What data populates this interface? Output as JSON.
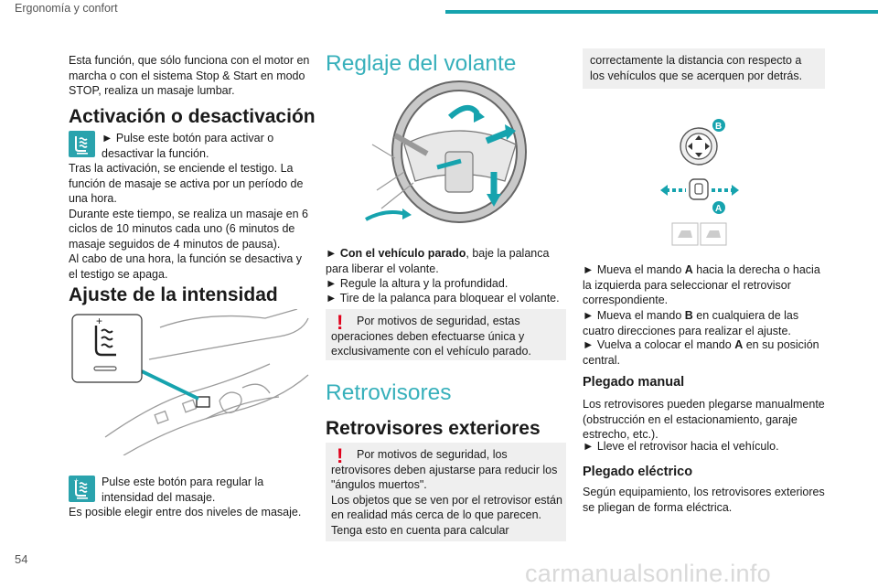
{
  "header": {
    "section": "Ergonomía y confort"
  },
  "footer": {
    "page": "54",
    "watermark": "carmanualsonline.info"
  },
  "col1": {
    "intro": "Esta función, que sólo funciona con el motor en marcha o con el sistema Stop & Start en modo STOP, realiza un masaje lumbar.",
    "h_activation": "Activación o desactivación",
    "activation_bullet": "Pulse este botón para activar o desactivar la función.",
    "activation_text": "Tras la activación, se enciende el testigo. La función de masaje se activa por un período de una hora.\nDurante este tiempo, se realiza un masaje en 6 ciclos de 10 minutos cada uno (6 minutos de masaje seguidos de 4 minutos de pausa).\nAl cabo de una hora, la función se desactiva y el testigo se apaga.",
    "h_intensity": "Ajuste de la intensidad",
    "intensity_text1": "Pulse este botón para regular la intensidad del masaje.",
    "intensity_text2": "Es posible elegir entre dos niveles de masaje."
  },
  "col2": {
    "h_wheel": "Reglaje del volante",
    "wheel_b1_bold": "Con el vehículo parado",
    "wheel_b1_rest": ", baje la palanca para liberar el volante.",
    "wheel_b2": "Regule la altura y la profundidad.",
    "wheel_b3": "Tire de la palanca para bloquear el volante.",
    "warn1": "Por motivos de seguridad, estas operaciones deben efectuarse única y exclusivamente con el vehículo parado.",
    "h_mirrors": "Retrovisores",
    "h_ext_mirrors": "Retrovisores exteriores",
    "warn2": "Por motivos de seguridad, los retrovisores deben ajustarse para reducir los \"ángulos muertos\".\nLos objetos que se ven por el retrovisor están en realidad más cerca de lo que parecen. Tenga esto en cuenta para calcular"
  },
  "col3": {
    "note_cont": "correctamente la distancia con respecto a los vehículos que se acerquen por detrás.",
    "label_b": "B",
    "label_a": "A",
    "b1_pre": "Mueva el mando ",
    "b1_key": "A",
    "b1_post": " hacia la derecha o hacia la izquierda para seleccionar el retrovisor correspondiente.",
    "b2_pre": "Mueva el mando ",
    "b2_key": "B",
    "b2_post": " en cualquiera de las cuatro direcciones para realizar el ajuste.",
    "b3_pre": "Vuelva a colocar el mando ",
    "b3_key": "A",
    "b3_post": " en su posición central.",
    "h_manual": "Plegado manual",
    "manual_text": "Los retrovisores pueden plegarse manualmente (obstrucción en el estacionamiento, garaje estrecho, etc.).",
    "manual_bullet": "Lleve el retrovisor hacia el vehículo.",
    "h_electric": "Plegado eléctrico",
    "electric_text": "Según equipamiento, los retrovisores exteriores se pliegan de forma eléctrica."
  },
  "colors": {
    "accent": "#16a3ae",
    "heading_light": "#37b0bb",
    "warning": "#e0001b",
    "note_bg": "#efefef"
  },
  "icons": [
    "massage-seat-icon",
    "warning-icon",
    "steering-wheel-illustration",
    "seat-control-illustration",
    "mirror-control-illustration"
  ]
}
